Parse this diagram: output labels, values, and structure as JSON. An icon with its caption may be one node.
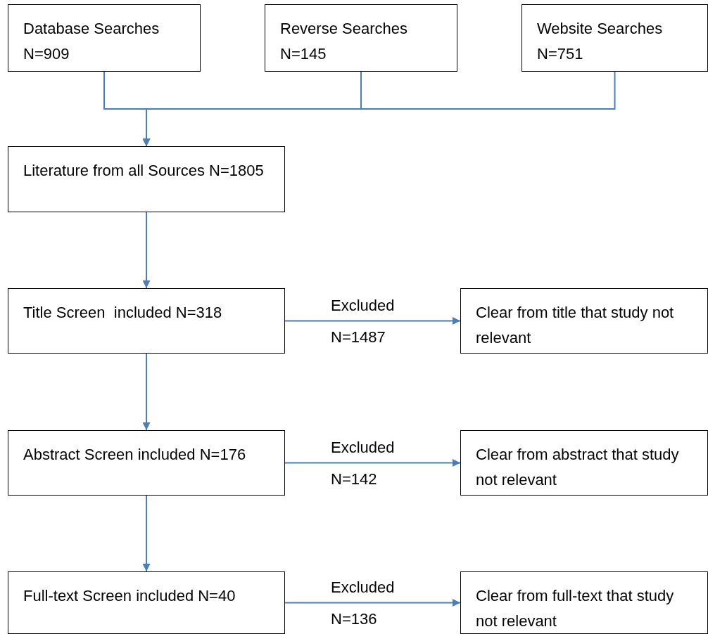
{
  "diagram": {
    "nodes": [
      {
        "text": [
          "Database Searches N=909"
        ]
      },
      {
        "text": [
          "Reverse Searches N=145"
        ]
      },
      {
        "text": [
          "Website Searches N=751"
        ]
      },
      {
        "text": [
          "Literature from all Sources N=1805"
        ]
      },
      {
        "text": [
          "Title Screen  included N=318"
        ]
      },
      {
        "text": [
          "Clear from title that study not relevant"
        ]
      },
      {
        "text": [
          "Abstract Screen included N=176"
        ]
      },
      {
        "text": [
          "Clear from abstract that study not relevant"
        ]
      },
      {
        "text": [
          "Full-text Screen included N=40"
        ]
      },
      {
        "text": [
          "Clear from full-text that study not relevant"
        ]
      }
    ],
    "edges": [
      {
        "from": 0,
        "to": 3,
        "arrow": "to"
      },
      {
        "from": 1,
        "to": 3,
        "arrow": "to"
      },
      {
        "from": 2,
        "to": 3,
        "arrow": "to"
      },
      {
        "from": 3,
        "to": 4,
        "arrow": "to"
      },
      {
        "from": 4,
        "to": 5,
        "arrow": "to",
        "label": "Excluded N=1487"
      },
      {
        "from": 4,
        "to": 6,
        "arrow": "to"
      },
      {
        "from": 6,
        "to": 7,
        "arrow": "to",
        "label": "Excluded N=142"
      },
      {
        "from": 6,
        "to": 8,
        "arrow": "to"
      },
      {
        "from": 8,
        "to": 9,
        "arrow": "to",
        "label": "Excluded N=136"
      }
    ]
  }
}
